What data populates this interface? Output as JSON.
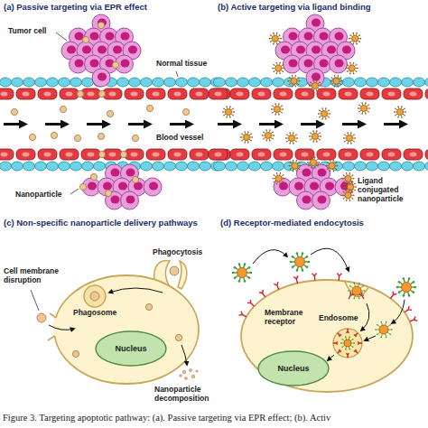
{
  "diagram": {
    "caption": "Figure 3. Targeting apoptotic pathway: (a). Passive targeting via EPR effect; (b). Activ",
    "nodes": [
      {
        "text": [
          "Nucleus"
        ]
      },
      {
        "text": [
          "Nucleus"
        ]
      }
    ],
    "labels": [
      "(a) Passive targeting via EPR effect",
      "Tumor cell",
      "Normal tissue",
      "Blood vessel",
      "Nanoparticle",
      "(b) Active targeting via ligand binding",
      "Ligand conjugated nanoparticle",
      "(c) Non-specific nanoparticle delivery pathways",
      "Cell membrane disruption",
      "Phagocytosis",
      "Phagosome",
      "Nanoparticle decomposition",
      "(d) Receptor-mediated endocytosis",
      "Membrane receptor",
      "Endosome"
    ]
  }
}
